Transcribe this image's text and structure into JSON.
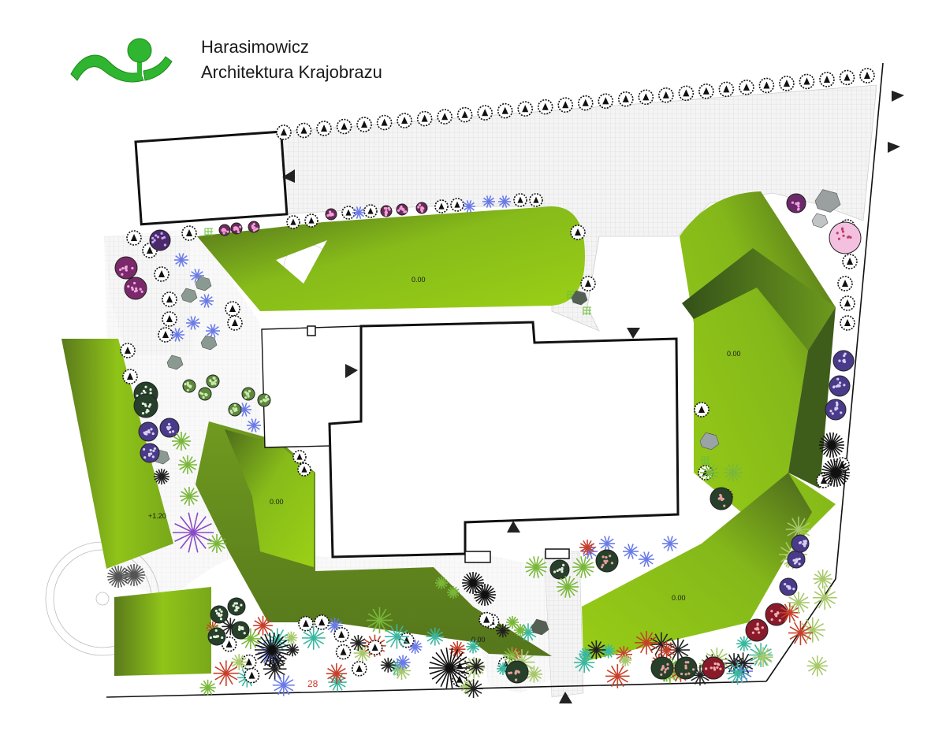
{
  "company": {
    "line1": "Harasimowicz",
    "line2": "Architektura Krajobrazu",
    "logo_icon": "tree-wave-logo-icon",
    "logo_color": "#2fb52f"
  },
  "levels": {
    "north_lawn": "0.00",
    "east_lawn": "0.00",
    "central_lawn": "0.00",
    "southeast_lawn": "0.00",
    "south_lawn": "0.00",
    "west_mound": "+1.20"
  },
  "plant_number": "28",
  "colors": {
    "lawn_light": "#8cc21a",
    "lawn_dark": "#4a6a1e",
    "paving": "#eeeeee",
    "outline": "#111111",
    "accent_red": "#d23a2a"
  },
  "entrance_arrows": [
    "entrance-arrow-icon"
  ]
}
